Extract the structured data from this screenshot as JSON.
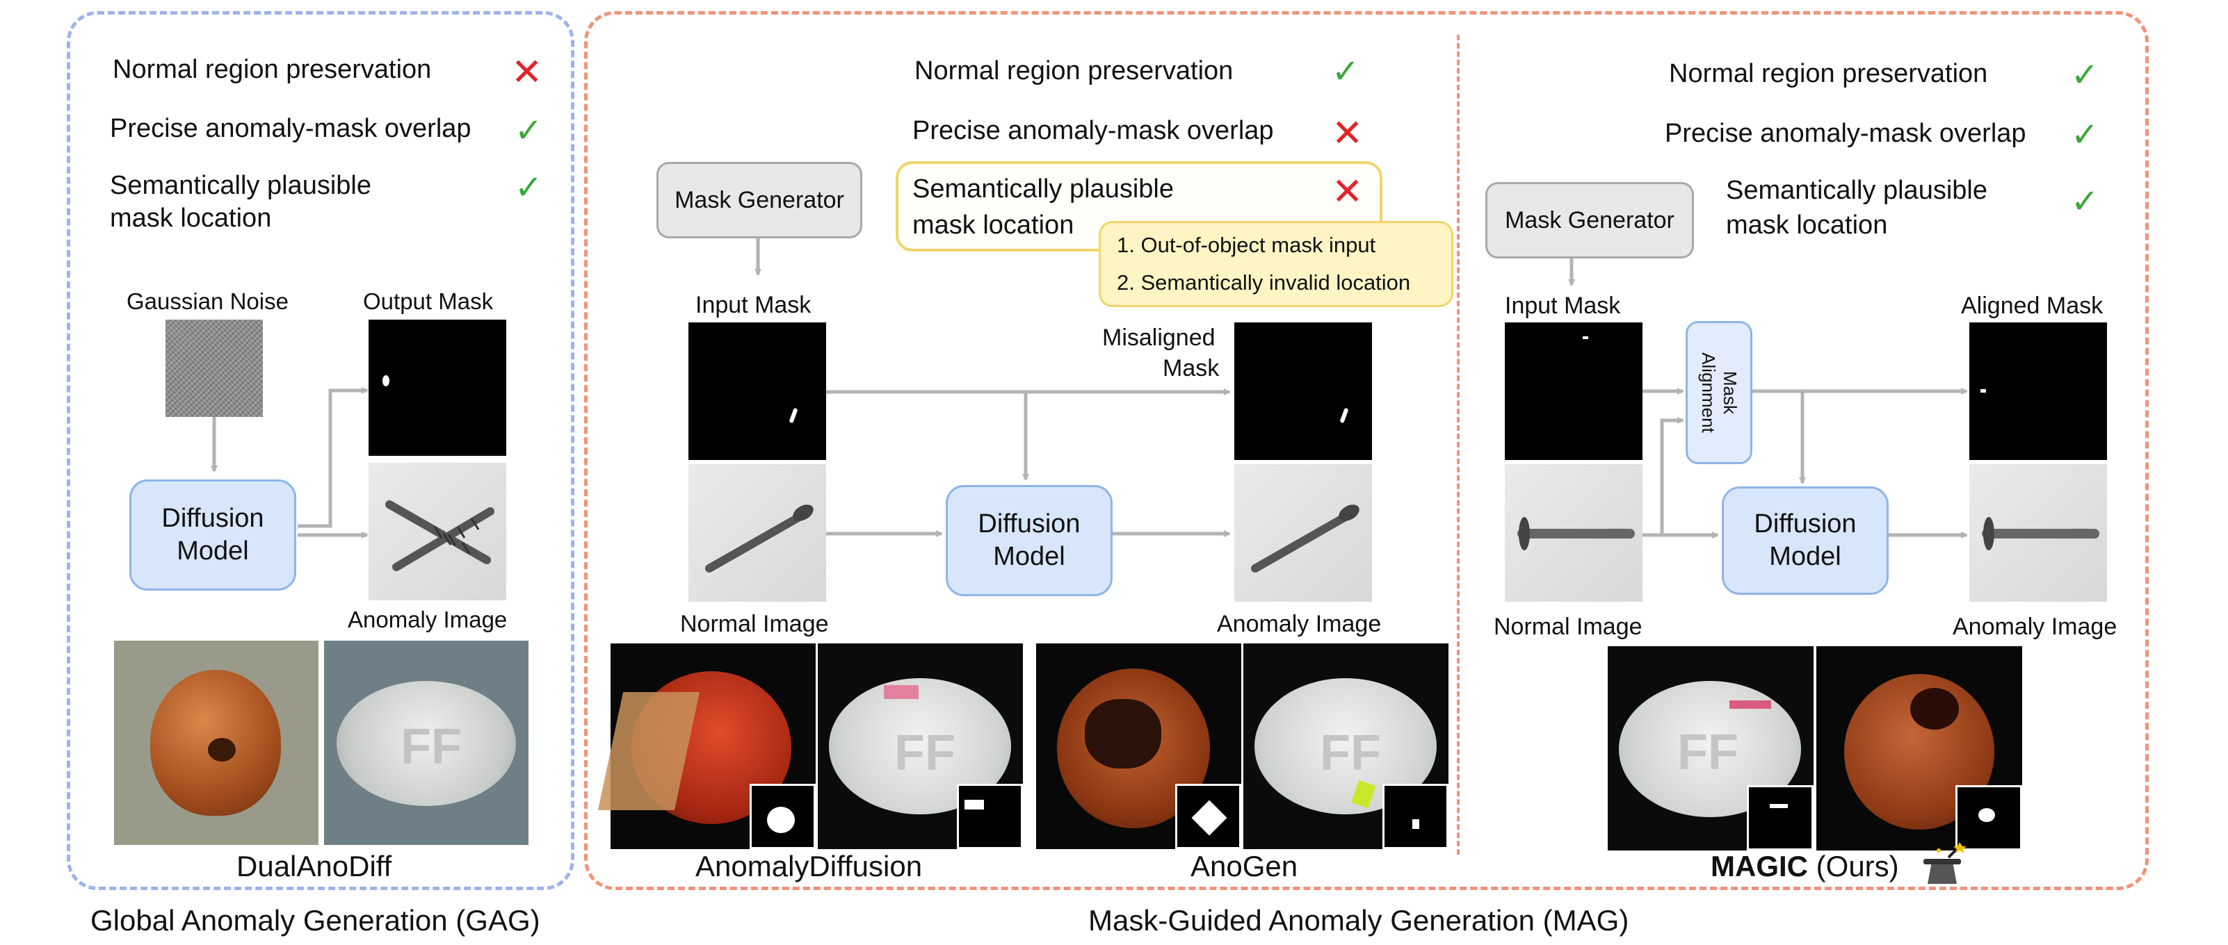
{
  "gag": {
    "criteria": [
      {
        "label": "Normal region preservation",
        "mark": "cross"
      },
      {
        "label": "Precise anomaly-mask overlap",
        "mark": "check"
      },
      {
        "label_line1": "Semantically plausible",
        "label_line2": "mask location",
        "mark": "check"
      }
    ],
    "noise_label": "Gaussian Noise",
    "output_mask_label": "Output Mask",
    "diffusion_line1": "Diffusion",
    "diffusion_line2": "Model",
    "anomaly_image_label": "Anomaly Image",
    "method_name": "DualAnoDiff",
    "caption": "Global Anomaly Generation (GAG)"
  },
  "mag": {
    "criteria": [
      {
        "label": "Normal region preservation",
        "mark": "check"
      },
      {
        "label": "Precise anomaly-mask overlap",
        "mark": "cross"
      },
      {
        "label_line1": "Semantically plausible",
        "label_line2": "mask location",
        "mark": "cross"
      }
    ],
    "issues": [
      "1. Out-of-object mask input",
      "2. Semantically invalid location"
    ],
    "mask_generator": "Mask Generator",
    "input_mask_label": "Input Mask",
    "misaligned_line1": "Misaligned",
    "misaligned_line2": "Mask",
    "diffusion_line1": "Diffusion",
    "diffusion_line2": "Model",
    "normal_image_label": "Normal Image",
    "anomaly_image_label": "Anomaly Image",
    "method1": "AnomalyDiffusion",
    "method2": "AnoGen",
    "caption": "Mask-Guided Anomaly Generation (MAG)"
  },
  "magic": {
    "criteria": [
      {
        "label": "Normal region preservation",
        "mark": "check"
      },
      {
        "label": "Precise anomaly-mask overlap",
        "mark": "check"
      },
      {
        "label_line1": "Semantically plausible",
        "label_line2": "mask location",
        "mark": "check"
      }
    ],
    "mask_generator": "Mask Generator",
    "input_mask_label": "Input Mask",
    "mask_alignment_line1": "Mask",
    "mask_alignment_line2": "Alignment",
    "aligned_mask_label": "Aligned Mask",
    "diffusion_line1": "Diffusion",
    "diffusion_line2": "Model",
    "normal_image_label": "Normal Image",
    "anomaly_image_label": "Anomaly Image",
    "method_bold": "MAGIC",
    "method_suffix": " (Ours)"
  },
  "marks": {
    "check": "✓",
    "cross": "✕"
  },
  "colors": {
    "gag_border": "#9db3ea",
    "mag_border": "#f0947a",
    "diffusion_fill": "#d7e6fa",
    "diffusion_border": "#8fb4ea",
    "issue_fill": "#fff4c4",
    "issue_border": "#f3d46a",
    "check": "#3aa63a",
    "cross": "#e0242b",
    "arrow": "#b3b3b3"
  },
  "icons": [
    "check-icon",
    "cross-icon",
    "magic-hat-icon",
    "screw-image",
    "hazelnut-image",
    "pill-image"
  ]
}
